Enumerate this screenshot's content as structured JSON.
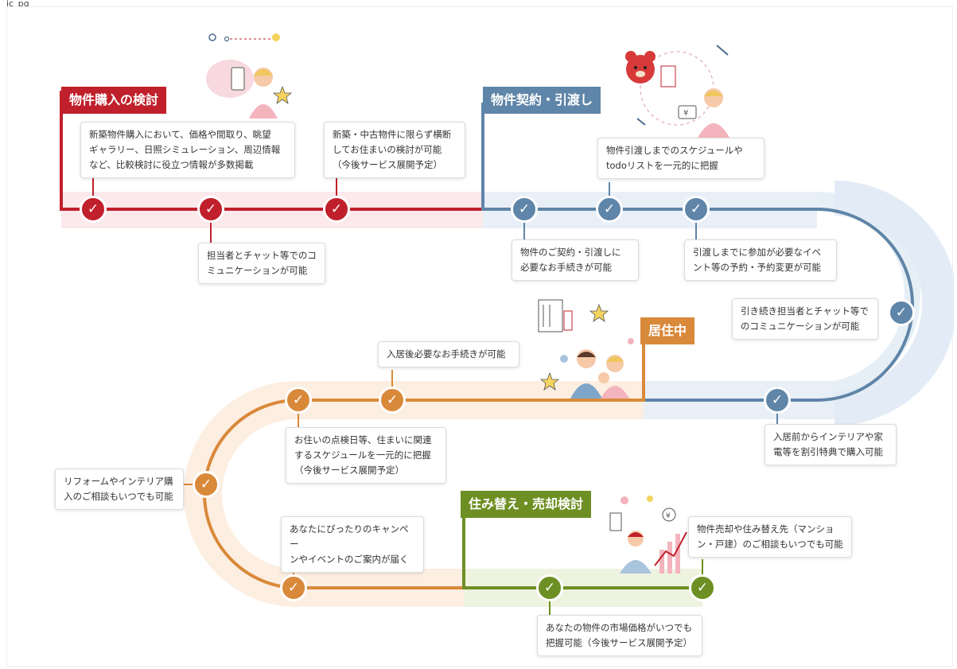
{
  "header": {
    "label": "ic_pg"
  },
  "stages": {
    "purchase": {
      "title": "物件購入の検討",
      "color": "#c0202b"
    },
    "contract": {
      "title": "物件契約・引渡し",
      "color": "#5f85a8"
    },
    "living": {
      "title": "居住中",
      "color": "#d9893a"
    },
    "sale": {
      "title": "住み替え・売却検討",
      "color": "#6e8f23"
    }
  },
  "notes": {
    "p1": "新築物件購入において、価格や間取り、眺望\nギャラリー、日照シミュレーション、周辺情報\nなど、比較検討に役立つ情報が多数掲載",
    "p2": "担当者とチャット等でのコ\nミュニケーションが可能",
    "p3": "新築・中古物件に限らず横断\nしてお住まいの検討が可能\n（今後サービス展開予定）",
    "c1": "物件のご契約・引渡しに\n必要なお手続きが可能",
    "c2": "物件引渡しまでのスケジュールや\ntodoリストを一元的に把握",
    "c3": "引渡しまでに参加が必要なイベ\nント等の予約・予約変更が可能",
    "c4": "引き続き担当者とチャット等で\nのコミュニケーションが可能",
    "c5": "入居前からインテリアや家\n電等を割引特典で購入可能",
    "l1": "入居後必要なお手続きが可能",
    "l2": "お住いの点検日等、住まいに関連\nするスケジュールを一元的に把握\n（今後サービス展開予定）",
    "l3": "リフォームやインテリア購\n入のご相談もいつでも可能",
    "l4": "あなたにぴったりのキャンペー\nンやイベントのご案内が届く",
    "s1": "あなたの物件の市場価格がいつでも\n把握可能（今後サービス展開予定）",
    "s2": "物件売却や住み替え先（マンショ\nン・戸建）のご相談もいつでも可能"
  }
}
